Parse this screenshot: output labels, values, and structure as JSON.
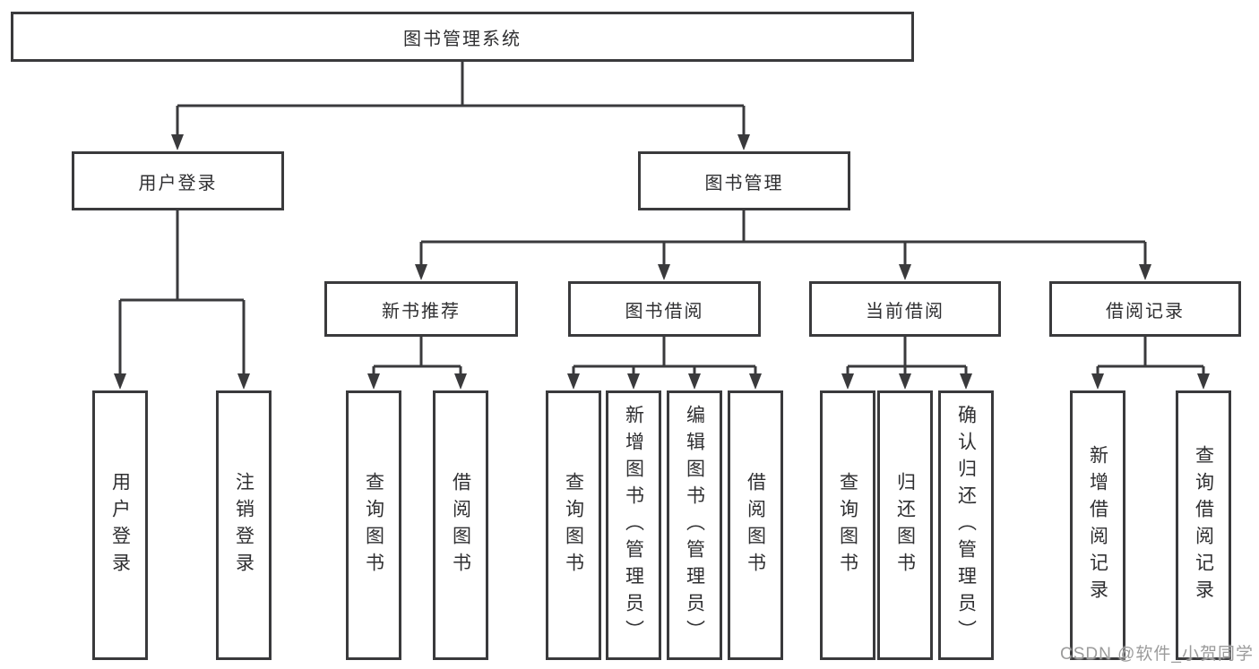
{
  "diagram": {
    "type": "tree",
    "root": {
      "label": "图书管理系统"
    },
    "level2": [
      {
        "label": "用户登录",
        "parent": "图书管理系统"
      },
      {
        "label": "图书管理",
        "parent": "图书管理系统"
      }
    ],
    "level3": [
      {
        "label": "新书推荐",
        "parent": "图书管理"
      },
      {
        "label": "图书借阅",
        "parent": "图书管理"
      },
      {
        "label": "当前借阅",
        "parent": "图书管理"
      },
      {
        "label": "借阅记录",
        "parent": "图书管理"
      }
    ],
    "leaves": [
      {
        "label": "用户登录",
        "parent": "用户登录"
      },
      {
        "label": "注销登录",
        "parent": "用户登录"
      },
      {
        "label": "查询图书",
        "parent": "新书推荐"
      },
      {
        "label": "借阅图书",
        "parent": "新书推荐"
      },
      {
        "label": "查询图书",
        "parent": "图书借阅"
      },
      {
        "label": "新增图书（管理员）",
        "parent": "图书借阅"
      },
      {
        "label": "编辑图书（管理员）",
        "parent": "图书借阅"
      },
      {
        "label": "借阅图书",
        "parent": "图书借阅"
      },
      {
        "label": "查询图书",
        "parent": "当前借阅"
      },
      {
        "label": "归还图书",
        "parent": "当前借阅"
      },
      {
        "label": "确认归还（管理员）",
        "parent": "当前借阅"
      },
      {
        "label": "新增借阅记录",
        "parent": "借阅记录"
      },
      {
        "label": "查询借阅记录",
        "parent": "借阅记录"
      }
    ]
  },
  "watermark": {
    "text": "CSDN @软件_小贺同学"
  },
  "colors": {
    "line": "#3a3a3c",
    "text": "#2f2f31",
    "watermark": "#9b9b9b"
  }
}
